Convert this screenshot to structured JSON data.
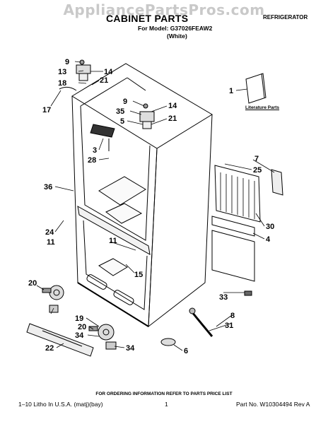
{
  "watermark": "AppliancePartsPros.com",
  "header": {
    "title": "CABINET PARTS",
    "appliance_type": "REFRIGERATOR",
    "model_line": "For Model: G37026FEAW2",
    "color_line": "(White)"
  },
  "literature_label": "Literature Parts",
  "callouts": [
    {
      "id": "c9a",
      "text": "9"
    },
    {
      "id": "c13",
      "text": "13"
    },
    {
      "id": "c14a",
      "text": "14"
    },
    {
      "id": "c18",
      "text": "18"
    },
    {
      "id": "c21a",
      "text": "21"
    },
    {
      "id": "c17",
      "text": "17"
    },
    {
      "id": "c9b",
      "text": "9"
    },
    {
      "id": "c14b",
      "text": "14"
    },
    {
      "id": "c35",
      "text": "35"
    },
    {
      "id": "c5",
      "text": "5"
    },
    {
      "id": "c21b",
      "text": "21"
    },
    {
      "id": "c3",
      "text": "3"
    },
    {
      "id": "c28",
      "text": "28"
    },
    {
      "id": "c36",
      "text": "36"
    },
    {
      "id": "c1",
      "text": "1"
    },
    {
      "id": "c7",
      "text": "7"
    },
    {
      "id": "c25",
      "text": "25"
    },
    {
      "id": "c30",
      "text": "30"
    },
    {
      "id": "c4",
      "text": "4"
    },
    {
      "id": "c24",
      "text": "24"
    },
    {
      "id": "c11a",
      "text": "11"
    },
    {
      "id": "c11b",
      "text": "11"
    },
    {
      "id": "c15",
      "text": "15"
    },
    {
      "id": "c20a",
      "text": "20"
    },
    {
      "id": "c33",
      "text": "33"
    },
    {
      "id": "c8",
      "text": "8"
    },
    {
      "id": "c31",
      "text": "31"
    },
    {
      "id": "c19",
      "text": "19"
    },
    {
      "id": "c20b",
      "text": "20"
    },
    {
      "id": "c34a",
      "text": "34"
    },
    {
      "id": "c22",
      "text": "22"
    },
    {
      "id": "c34b",
      "text": "34"
    },
    {
      "id": "c6",
      "text": "6"
    }
  ],
  "footer": {
    "order_note": "FOR ORDERING INFORMATION REFER TO PARTS PRICE LIST",
    "left": "1–10 Litho In U.S.A. (matj)(bay)",
    "page": "1",
    "part_no": "Part No. W10304494 Rev A"
  }
}
